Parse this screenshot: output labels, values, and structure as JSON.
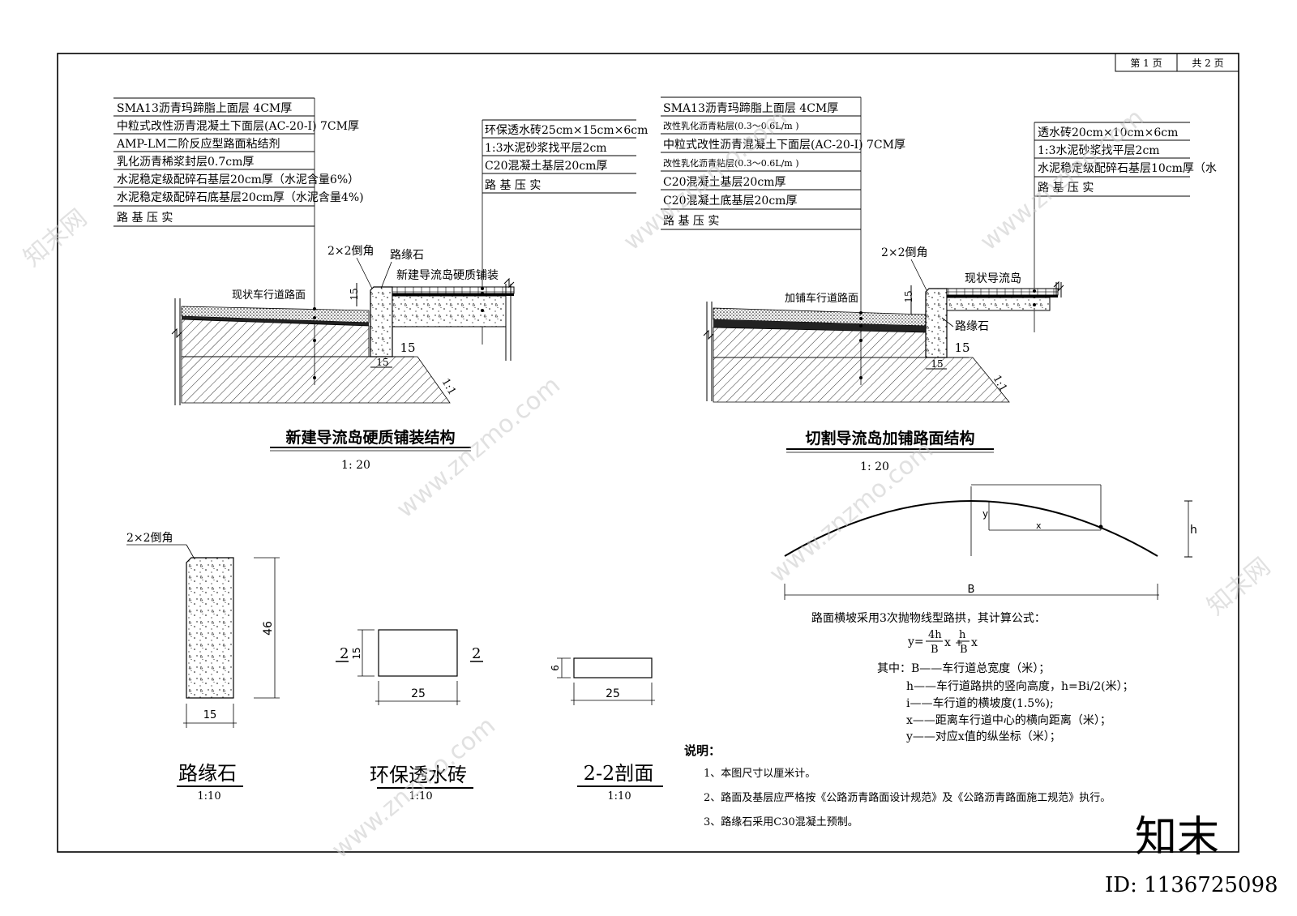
{
  "page": {
    "current": "第 1 页",
    "total": "共 2 页"
  },
  "left_section": {
    "layers": [
      "SMA13沥青玛蹄脂上面层 4CM厚",
      "中粒式改性沥青混凝土下面层(AC-20-I) 7CM厚",
      "AMP-LM二阶反应型路面粘结剂",
      "乳化沥青稀浆封层0.7cm厚",
      "水泥稳定级配碎石基层20cm厚（水泥含量6%）",
      "水泥稳定级配碎石底基层20cm厚（水泥含量4%)",
      "路 基 压 实"
    ],
    "island_layers": [
      "环保透水砖25cm×15cm×6cm",
      "1:3水泥砂浆找平层2cm",
      "C20混凝土基层20cm厚",
      "路 基 压 实"
    ],
    "labels": {
      "chamfer": "2×2倒角",
      "curb": "路缘石",
      "new_paving": "新建导流岛硬质铺装",
      "road_surface": "现状车行道路面",
      "dim15a": "15",
      "dim15b": "15",
      "dim15c": "15",
      "slope": "1:1"
    },
    "title": "新建导流岛硬质铺装结构",
    "scale": "1:  20"
  },
  "right_section": {
    "layers": [
      "SMA13沥青玛蹄脂上面层 4CM厚",
      "改性乳化沥青粘层(0.3～0.6L/m )",
      "中粒式改性沥青混凝土下面层(AC-20-I) 7CM厚",
      "改性乳化沥青粘层(0.3～0.6L/m )",
      "C20混凝土基层20cm厚",
      "C20混凝土底基层20cm厚",
      "路 基 压 实"
    ],
    "island_layers": [
      "透水砖20cm×10cm×6cm",
      "1:3水泥砂浆找平层2cm",
      "水泥稳定级配碎石基层10cm厚（水",
      "路 基 压 实"
    ],
    "labels": {
      "chamfer": "2×2倒角",
      "curb": "路缘石",
      "island": "现状导流岛",
      "road_surface": "加铺车行道路面",
      "dim15a": "15",
      "dim15b": "15",
      "dim15c": "15",
      "slope": "1:1"
    },
    "title": "切割导流岛加铺路面结构",
    "scale": "1:  20"
  },
  "curb_detail": {
    "chamfer": "2×2倒角",
    "height": "46",
    "width": "15",
    "title": "路缘石",
    "scale": "1:10"
  },
  "brick_detail": {
    "mark_left": "2",
    "mark_right": "2",
    "height": "15",
    "width": "25",
    "title": "环保透水砖",
    "scale": "1:10"
  },
  "section22": {
    "height": "6",
    "width": "25",
    "title": "2-2剖面",
    "scale": "1:10"
  },
  "parabola": {
    "label_y": "y",
    "label_x": "x",
    "label_h": "h",
    "label_B": "B",
    "formula_intro": "路面横坡采用3次抛物线型路拱，其计算公式：",
    "formula_y": "y=",
    "f_num1": "4h",
    "f_den1": "B",
    "f_term1": "x",
    "f_plus": "+",
    "f_num2": "h",
    "f_den2": "B",
    "f_term2": "x",
    "where": [
      "其中：B——车行道总宽度（米）；",
      "h——车行道路拱的竖向高度，h=Bi/2(米）；",
      "i——车行道的横坡度(1.5%);",
      "x——距离车行道中心的横向距离（米）；",
      "y——对应x值的纵坐标（米）；"
    ]
  },
  "notes": {
    "heading": "说明：",
    "items": [
      "1、本图尺寸以厘米计。",
      "2、路面及基层应严格按《公路沥青路面设计规范》及《公路沥青路面施工规范》执行。",
      "3、路缘石采用C30混凝土预制。"
    ]
  },
  "watermark": {
    "text": "www.znzmo.com",
    "brand": "知末网",
    "logo": "知末",
    "id": "ID: 1136725098"
  }
}
